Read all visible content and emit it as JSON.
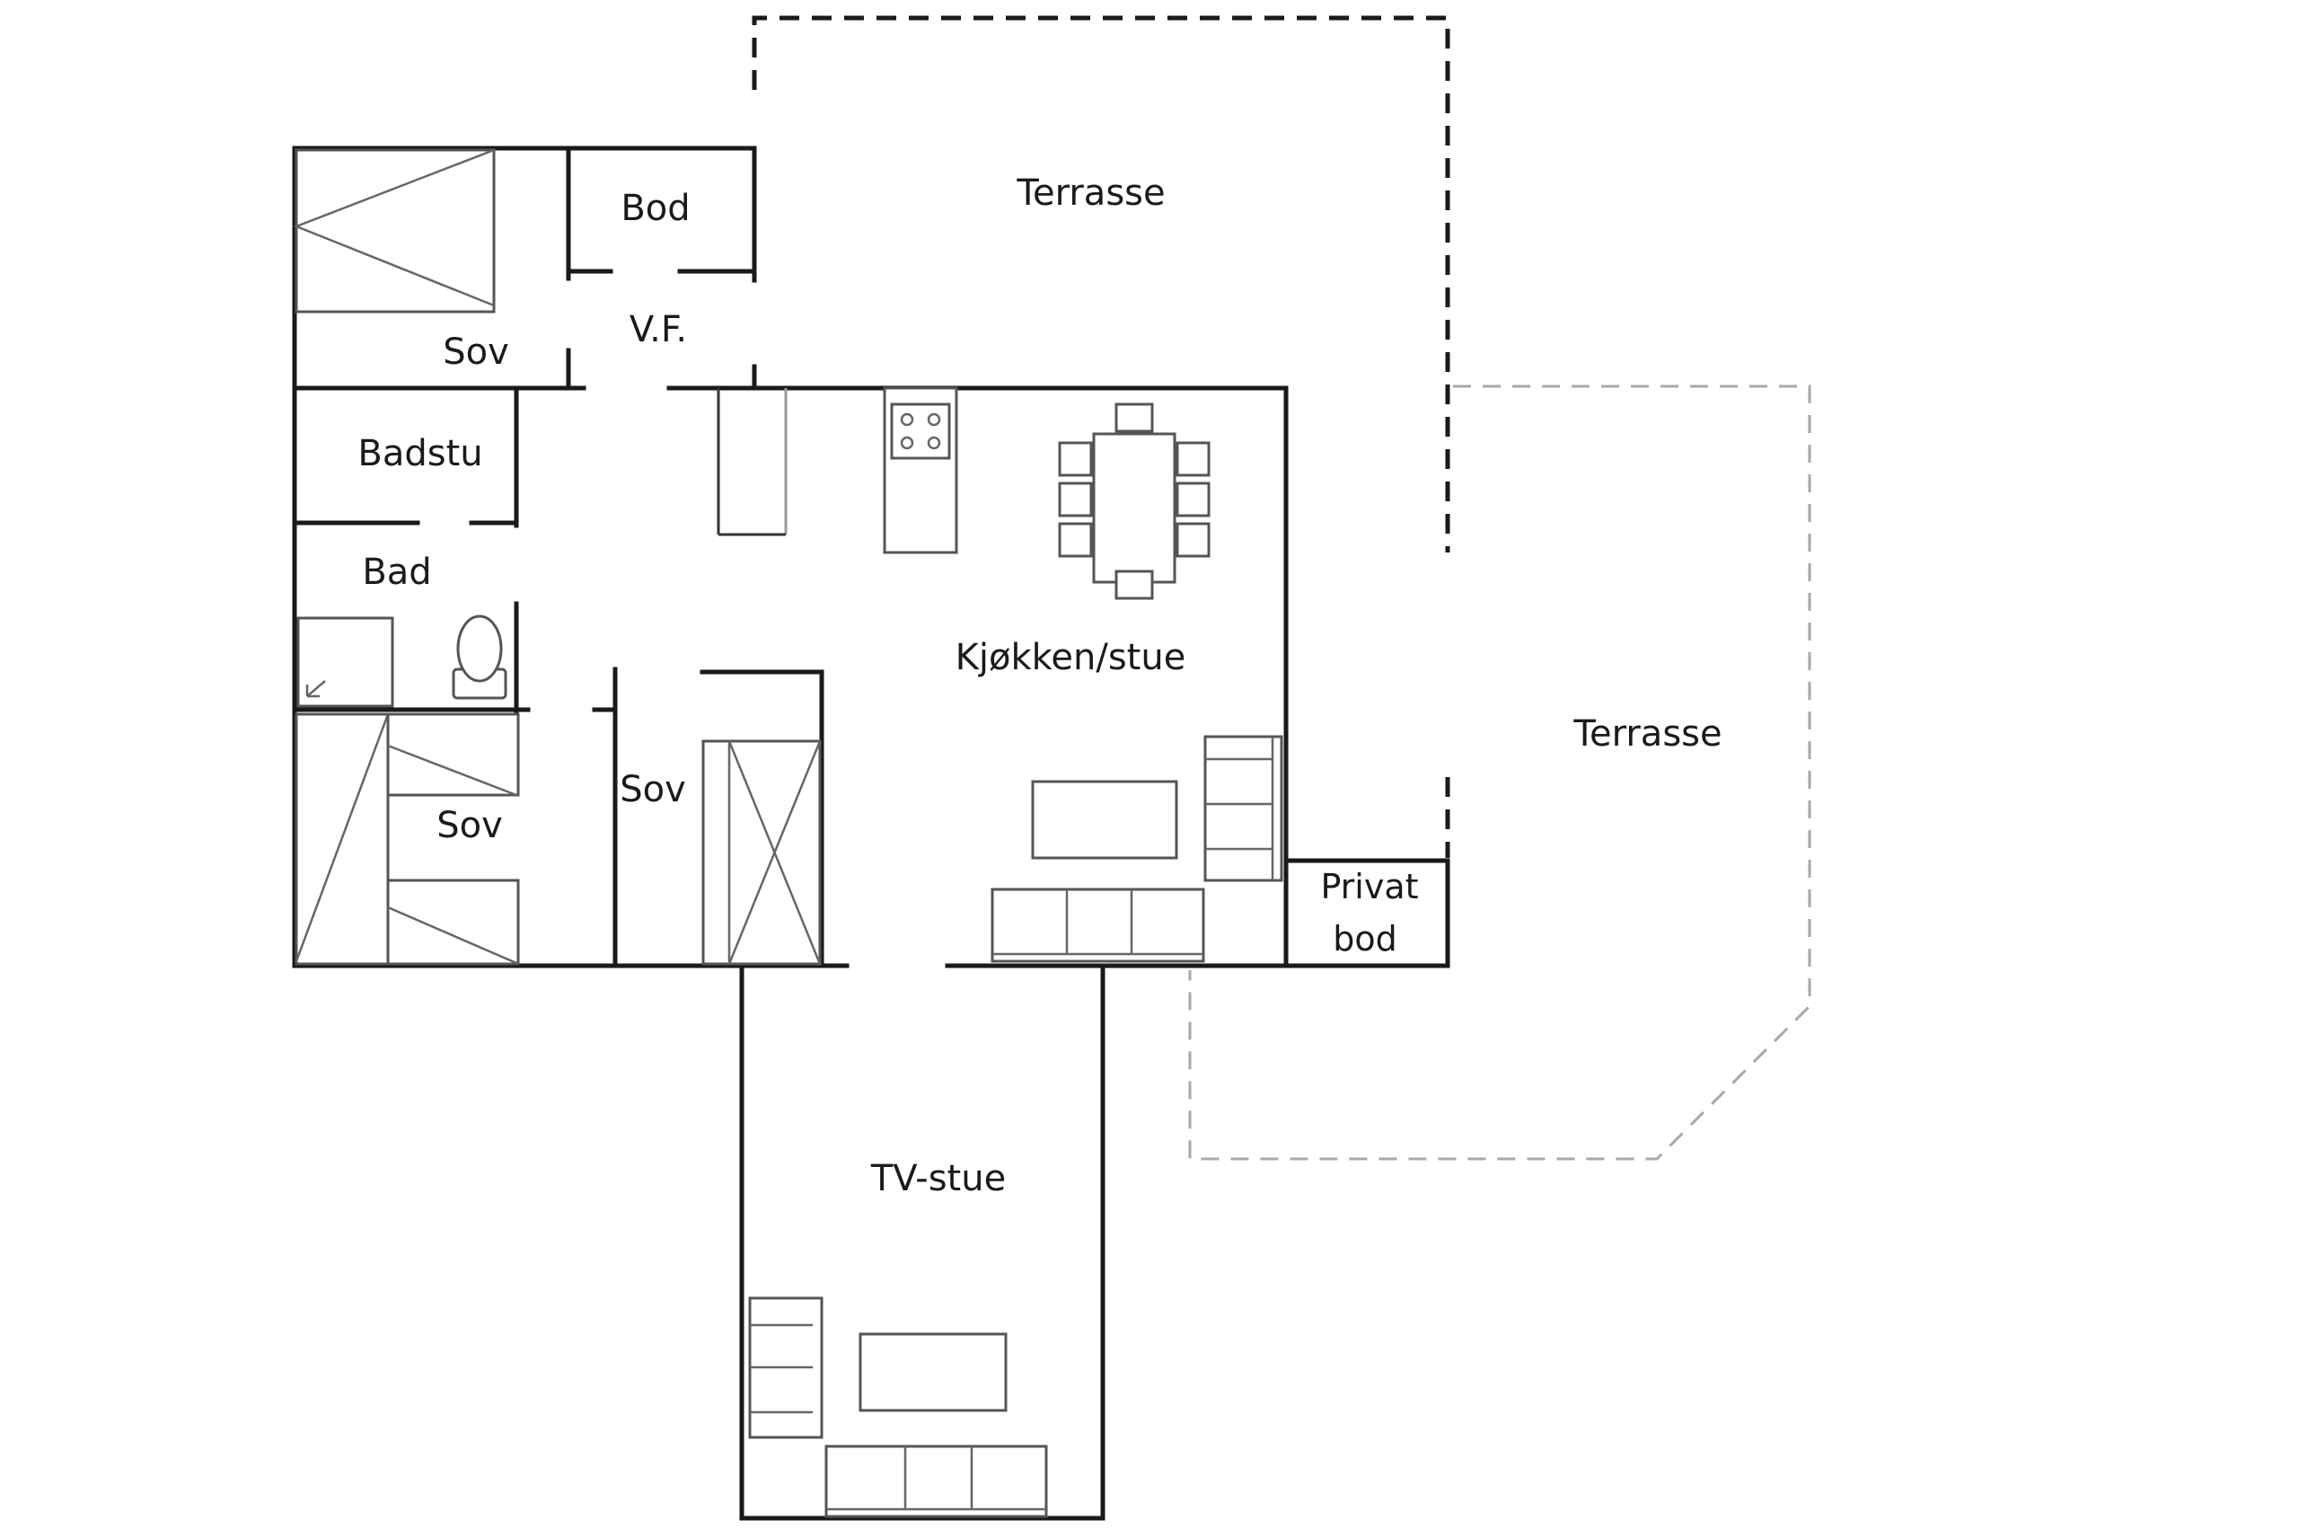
{
  "rooms": {
    "terrasse_top": "Terrasse",
    "bod": "Bod",
    "vf": "V.F.",
    "sov_top": "Sov",
    "badstu": "Badstu",
    "bad": "Bad",
    "kjokken_stue": "Kjøkken/stue",
    "sov_left": "Sov",
    "sov_mid": "Sov",
    "terrasse_right": "Terrasse",
    "privat_bod_line1": "Privat",
    "privat_bod_line2": "bod",
    "tv_stue": "TV-stue"
  }
}
